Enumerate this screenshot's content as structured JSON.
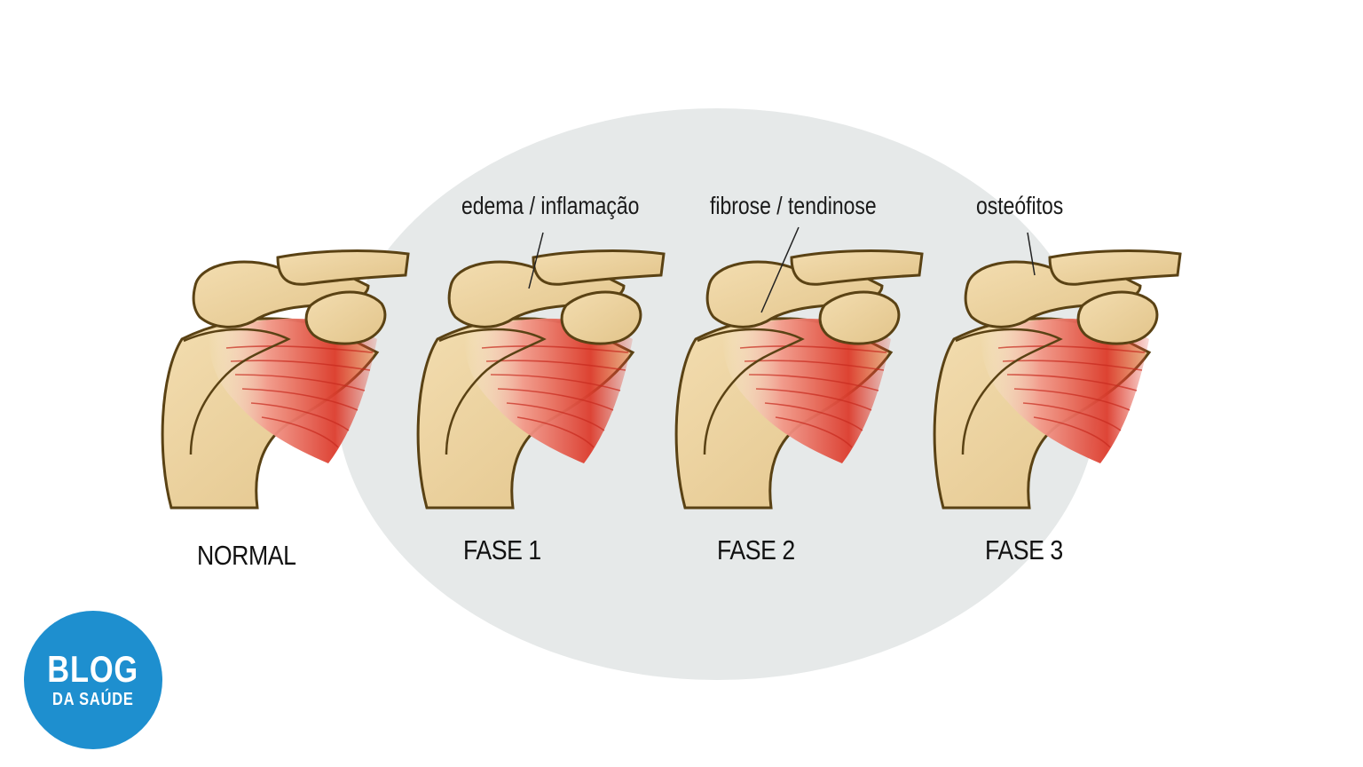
{
  "colors": {
    "background": "#ffffff",
    "highlight_ellipse": "#e6e9e9",
    "bone_fill": "#ecd3a1",
    "bone_outline": "#5a4214",
    "muscle_red": "#d9372a",
    "muscle_light": "#f4a89a",
    "logo_blue": "#1e8fcf"
  },
  "stages": [
    {
      "label": "NORMAL",
      "annotation": ""
    },
    {
      "label": "FASE 1",
      "annotation": "edema / inflamação"
    },
    {
      "label": "FASE 2",
      "annotation": "fibrose / tendinose"
    },
    {
      "label": "FASE 3",
      "annotation": "osteófitos"
    }
  ],
  "logo": {
    "line1": "BLOG",
    "line2": "DA SAÚDE"
  }
}
